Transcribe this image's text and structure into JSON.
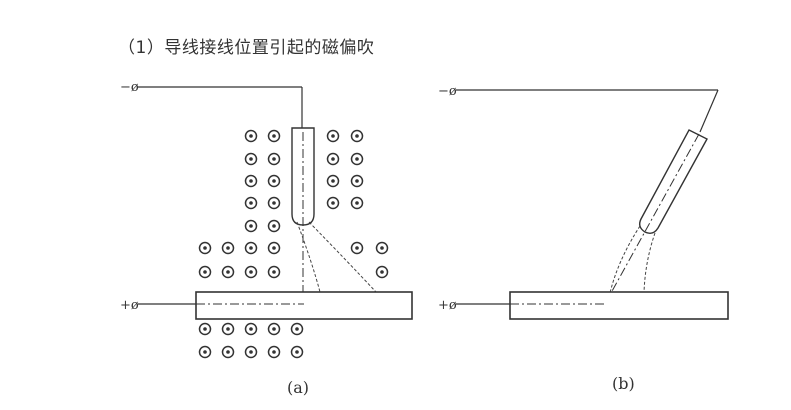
{
  "heading": "（1）导线接线位置引起的磁偏吹",
  "terminals": {
    "negative": "−ø",
    "positive": "+ø"
  },
  "captions": {
    "a": "(a)",
    "b": "(b)"
  },
  "field_symbol": "dot-in-circle (magnetic field out of page)"
}
